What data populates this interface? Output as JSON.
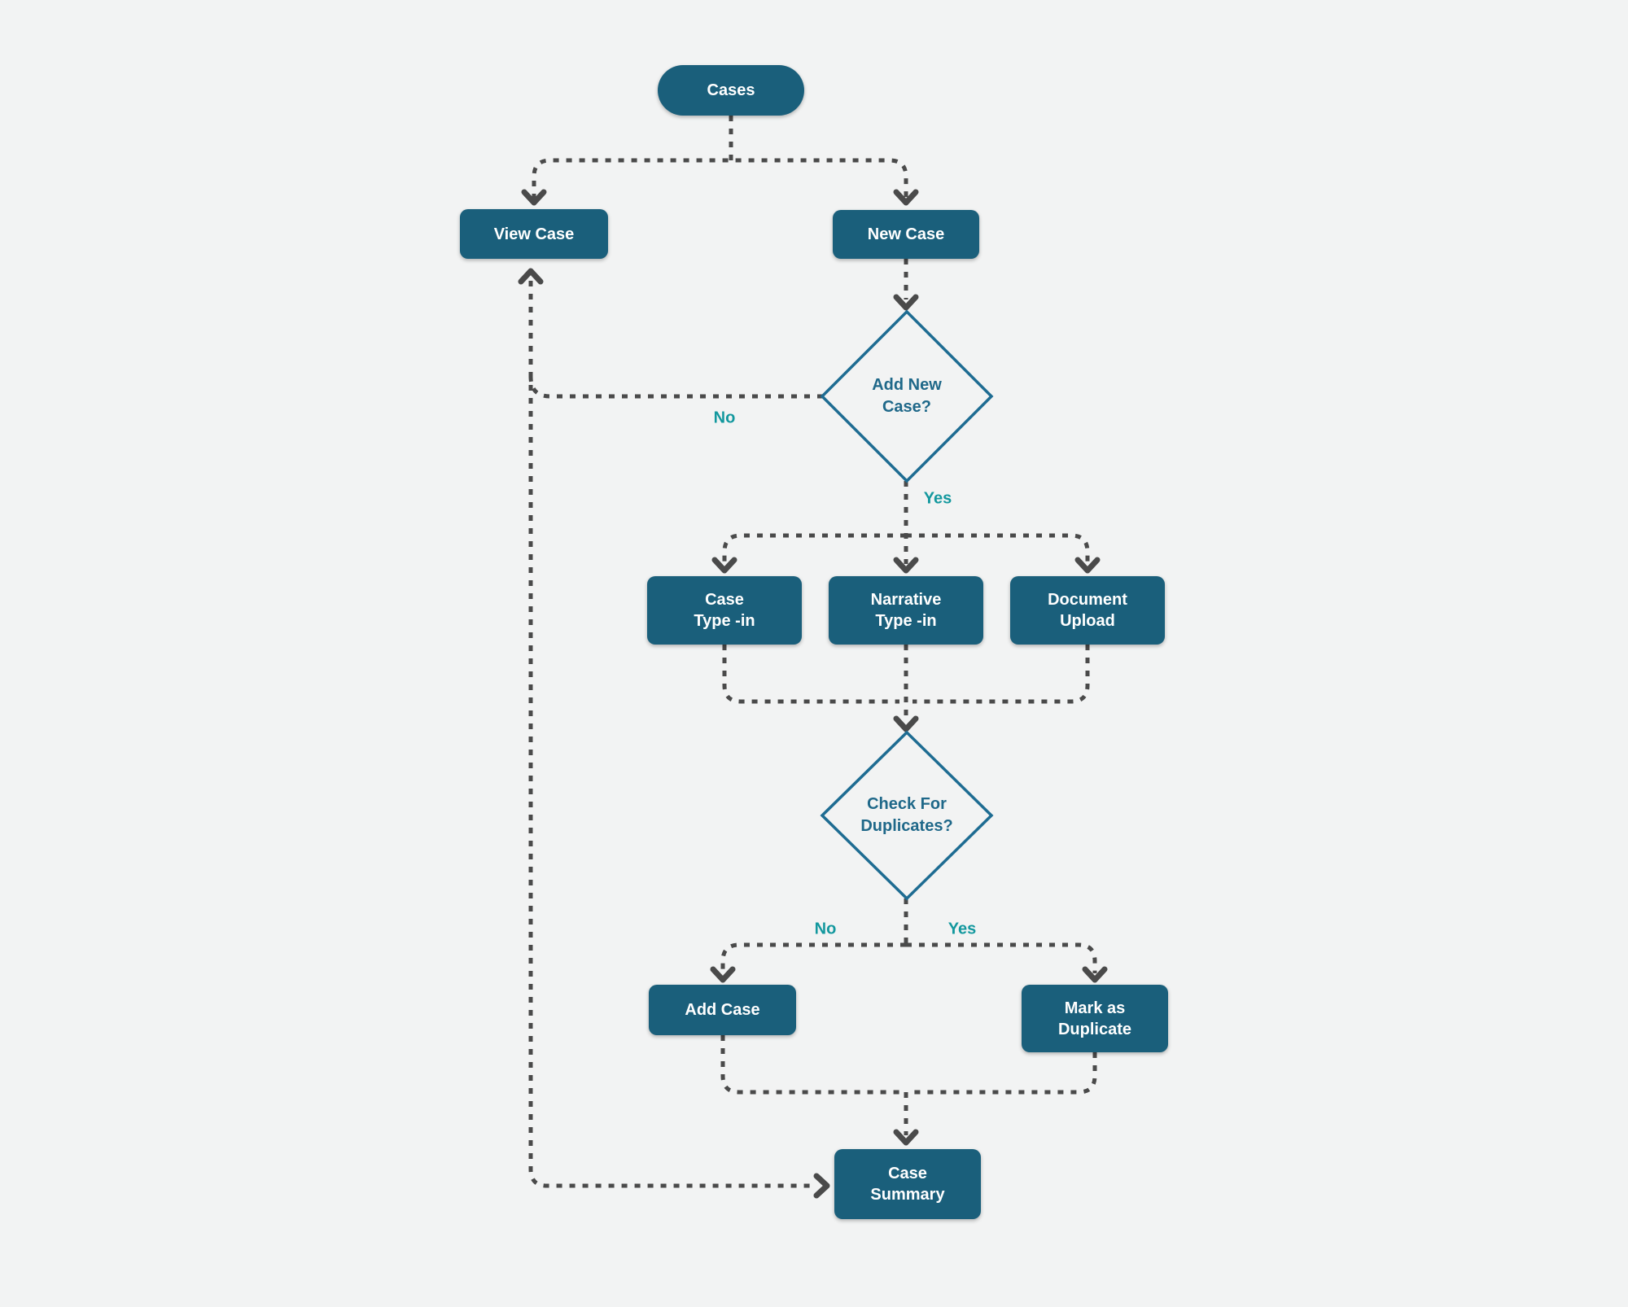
{
  "diagram": {
    "background": "#f2f3f3",
    "colors": {
      "node_fill": "#1a5f7b",
      "node_text": "#ffffff",
      "decision_stroke": "#1e6c92",
      "decision_text": "#1f6889",
      "edge_label": "#13989e",
      "connector": "#4a4a4a"
    },
    "nodes": {
      "cases": {
        "label": "Cases",
        "shape": "terminator"
      },
      "view_case": {
        "label": "View Case",
        "shape": "process"
      },
      "new_case": {
        "label": "New Case",
        "shape": "process"
      },
      "add_new_case": {
        "label": "Add New\nCase?",
        "shape": "decision"
      },
      "case_type_in": {
        "label": "Case\nType -in",
        "shape": "process"
      },
      "narrative_type_in": {
        "label": "Narrative\nType -in",
        "shape": "process"
      },
      "document_upload": {
        "label": "Document\nUpload",
        "shape": "process"
      },
      "check_for_duplicates": {
        "label": "Check For\nDuplicates?",
        "shape": "decision"
      },
      "add_case": {
        "label": "Add Case",
        "shape": "process"
      },
      "mark_as_duplicate": {
        "label": "Mark as\nDuplicate",
        "shape": "process"
      },
      "case_summary": {
        "label": "Case\nSummary",
        "shape": "process"
      }
    },
    "edge_labels": {
      "add_new_case_no": "No",
      "add_new_case_yes": "Yes",
      "check_duplicates_no": "No",
      "check_duplicates_yes": "Yes"
    },
    "edges": [
      {
        "from": "cases",
        "to": "view_case",
        "label": ""
      },
      {
        "from": "cases",
        "to": "new_case",
        "label": ""
      },
      {
        "from": "new_case",
        "to": "add_new_case",
        "label": ""
      },
      {
        "from": "add_new_case",
        "to": "view_case",
        "label": "No"
      },
      {
        "from": "add_new_case",
        "to": "case_type_in",
        "label": "Yes"
      },
      {
        "from": "add_new_case",
        "to": "narrative_type_in",
        "label": "Yes"
      },
      {
        "from": "add_new_case",
        "to": "document_upload",
        "label": "Yes"
      },
      {
        "from": "case_type_in",
        "to": "check_for_duplicates",
        "label": ""
      },
      {
        "from": "narrative_type_in",
        "to": "check_for_duplicates",
        "label": ""
      },
      {
        "from": "document_upload",
        "to": "check_for_duplicates",
        "label": ""
      },
      {
        "from": "check_for_duplicates",
        "to": "add_case",
        "label": "No"
      },
      {
        "from": "check_for_duplicates",
        "to": "mark_as_duplicate",
        "label": "Yes"
      },
      {
        "from": "add_case",
        "to": "case_summary",
        "label": ""
      },
      {
        "from": "mark_as_duplicate",
        "to": "case_summary",
        "label": ""
      },
      {
        "from": "view_case",
        "to": "case_summary",
        "label": ""
      }
    ]
  }
}
